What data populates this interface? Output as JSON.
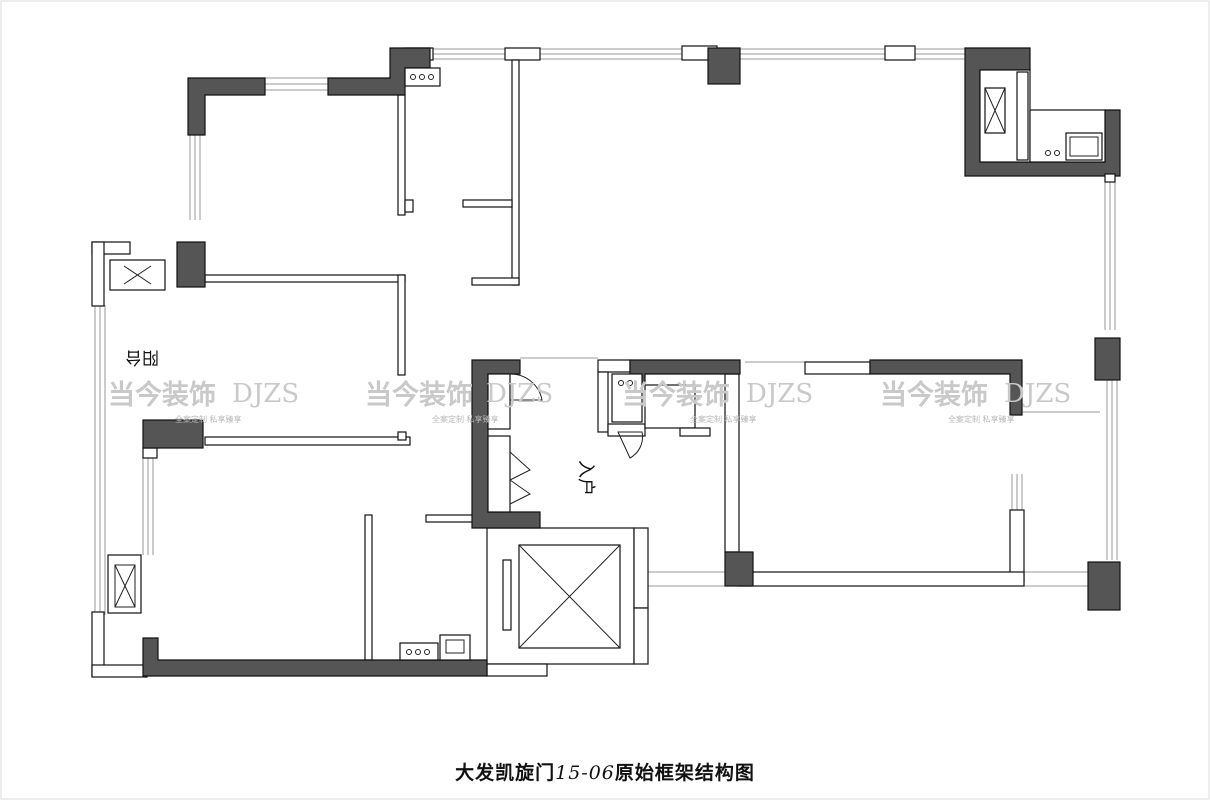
{
  "title": {
    "prefix": "大发凯旋门",
    "number": "15-06",
    "suffix": "原始框架结构图"
  },
  "room_labels": {
    "balcony": "阳台",
    "entrance": "入户"
  },
  "watermark": {
    "brand_cn": "当今装饰",
    "brand_en": "DJZS",
    "tagline": "全案定制 私享臻享"
  },
  "colors": {
    "wall_fill": "#555555",
    "line": "#111111",
    "watermark": "#c9c9c9"
  }
}
